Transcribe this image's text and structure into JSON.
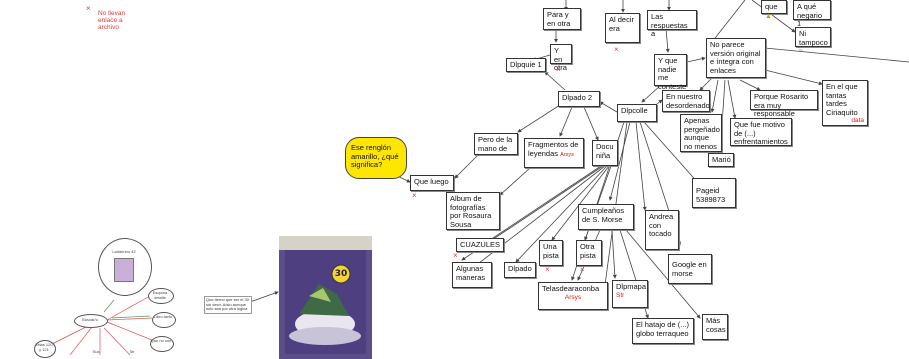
{
  "note_no_llevan": "No llevan enlace a archivo",
  "nodes": {
    "para_y_en_otra": "Para y en otra",
    "al_decir_era": "Al decir era",
    "las_respuestas": "Las respuestas a",
    "que": "que",
    "a_que_negario": "A qué negario 1",
    "ni_tampoco": "Ni tampoco",
    "ni_tampoco_mark": "≈",
    "y_en_otra": "Y en otra",
    "dlpquie": "Dlpquie 1",
    "y_que_nadie": "Y que nadie me conteste",
    "no_parece": "No parece versión original e íntegra con enlaces",
    "en_el_que": "En el que tantas tardes Ciriaquito",
    "en_el_que_sub": "data",
    "en_nuestro": "En nuestro desordenado",
    "porque_rosarito": "Porque Rosarito era muy responsable",
    "dlpado2": "Dlpado 2",
    "dlpcolle": "Dlpcolle",
    "apenas": "Apenas pergeñado aunque no menos",
    "que_fue_motivo": "Que fue motivo de (...) enfrentamientos",
    "mario": "Marió",
    "pero_de_la": "Pero de la mano de",
    "fragmentos": "Fragmentos de leyendas",
    "fragmentos_note": "Arsys",
    "docu_nina": "Docu niña",
    "pageid": "Pageid 5389873",
    "que_luego": "Que luego",
    "album": "Album de fotografías por Rosaura Sousa",
    "cumpleanos": "Cumpleaños de S. Morse",
    "andrea": "Andrea con tocado",
    "cuazules": "CUAZULES",
    "una_pista": "Una pista",
    "otra_pista": "Otra pista",
    "google": "Google en morse",
    "algunas": "Algunas maneras",
    "dlpado": "Dlpado",
    "telasde": "Telasdearaconba",
    "telasde_sub": "Arsys",
    "dlpmapa": "Dlpmapa",
    "dlpmapa_sub": "Str",
    "mas_cosas": "Más cosas",
    "hatajo": "El hatajo de (...) globo terraqueo"
  },
  "yellow_note": "Ese renglón amarillo, ¿qué significa?",
  "minimap": {
    "top": "Ladderino 42",
    "center": "Buscar/o",
    "leaf1": "Esquina detalle",
    "leaf2": "Libro tacto",
    "leaf3": "Que no son",
    "bottom1": "Telas 120 y 121",
    "bottom2": "Sus",
    "bottom3": "Str"
  },
  "photo_note": "Que tierno que ser el 30 sin decir. Aíslo aunque solo sea por otra lógica",
  "photo_badge": "30",
  "colors": {
    "line": "#555555",
    "red_line": "#e05050",
    "yellow": "#ffe600",
    "red_text": "#d32020"
  }
}
